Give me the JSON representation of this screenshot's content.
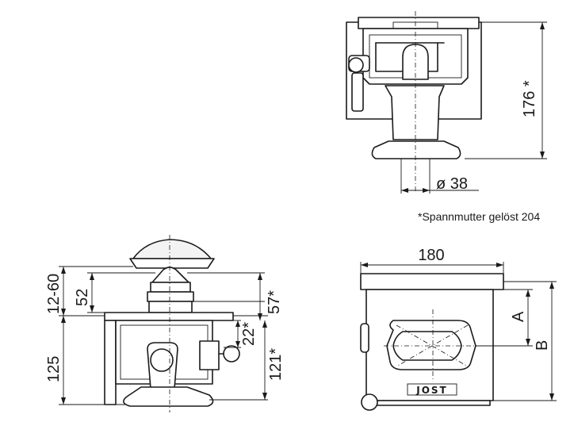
{
  "dimensions": {
    "height_176": "176 *",
    "diameter_38": "ø 38",
    "width_180": "180",
    "dim_A": "A",
    "dim_B": "B",
    "range_12_60": "12-60",
    "dim_52": "52",
    "dim_57": "57*",
    "dim_22": "22*",
    "dim_121": "121*",
    "dim_125": "125"
  },
  "footnote": "*Spannmutter gelöst 204",
  "brand_text": "JOST"
}
